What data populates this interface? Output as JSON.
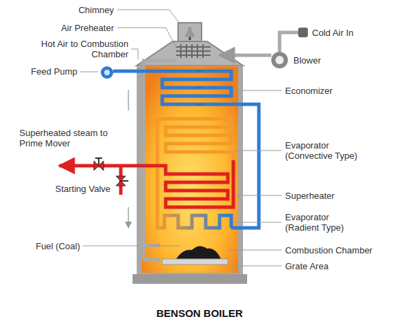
{
  "diagram": {
    "title": "BENSON BOILER",
    "labels": [
      "Chimney",
      "Air Preheater",
      "Hot Air to Combustion Chamber",
      "Cold Air In",
      "Blower",
      "Feed Pump",
      "Economizer",
      "Superheated steam to Prime Mover",
      "Evaporator (Convective Type)",
      "Starting Valve",
      "Superheater",
      "Evaporator (Radient Type)",
      "Fuel (Coal)",
      "Combustion Chamber",
      "Grate Area"
    ]
  }
}
